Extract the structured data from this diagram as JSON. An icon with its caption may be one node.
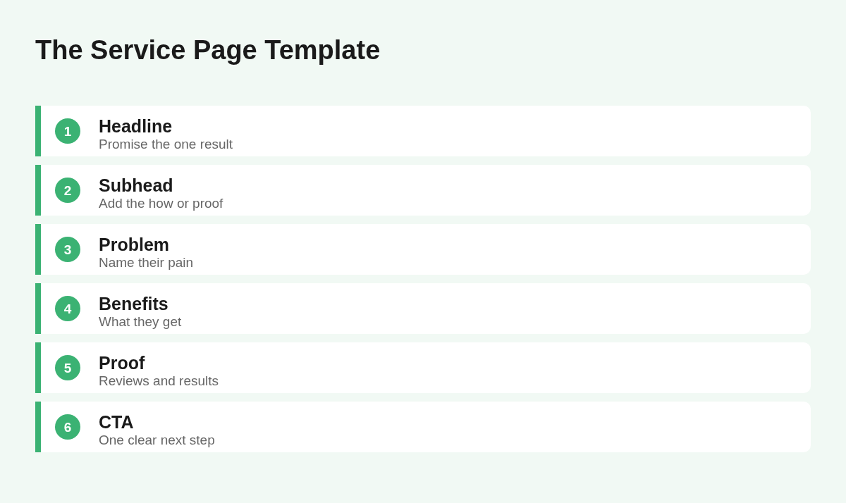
{
  "diagram": {
    "title": "The Service Page Template",
    "nodes": [
      {
        "text": [
          "Headline",
          "Promise the one result"
        ]
      },
      {
        "text": [
          "1"
        ],
        "in": 0
      },
      {
        "text": [
          "Subhead",
          "Add the how or proof"
        ]
      },
      {
        "text": [
          "2"
        ],
        "in": 2
      },
      {
        "text": [
          "Problem",
          "Name their pain"
        ]
      },
      {
        "text": [
          "3"
        ],
        "in": 4
      },
      {
        "text": [
          "Benefits",
          "What they get"
        ]
      },
      {
        "text": [
          "4"
        ],
        "in": 6
      },
      {
        "text": [
          "Proof",
          "Reviews and results"
        ]
      },
      {
        "text": [
          "5"
        ],
        "in": 8
      },
      {
        "text": [
          "CTA",
          "One clear next step"
        ]
      },
      {
        "text": [
          "6"
        ],
        "in": 10
      }
    ]
  }
}
